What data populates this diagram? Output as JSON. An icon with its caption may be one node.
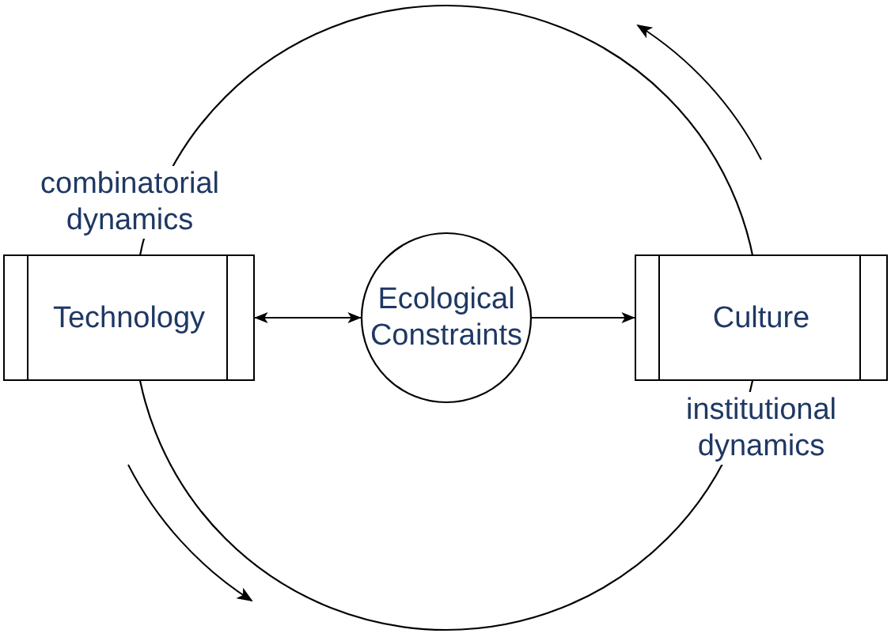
{
  "diagram": {
    "nodes": [
      {
        "text": [],
        "shape": "circle"
      },
      {
        "text": [
          "Technology"
        ],
        "beside": [
          "combinatorial dynamics"
        ]
      },
      {
        "text": [
          "Ecological Constraints"
        ],
        "in": 0
      },
      {
        "text": [
          "Culture"
        ],
        "beside": [
          "institutional dynamics"
        ]
      }
    ],
    "edges": [
      {
        "from": 1,
        "to": 2,
        "arrow": "both"
      },
      {
        "from": 2,
        "to": 3,
        "arrow": "to"
      }
    ]
  }
}
